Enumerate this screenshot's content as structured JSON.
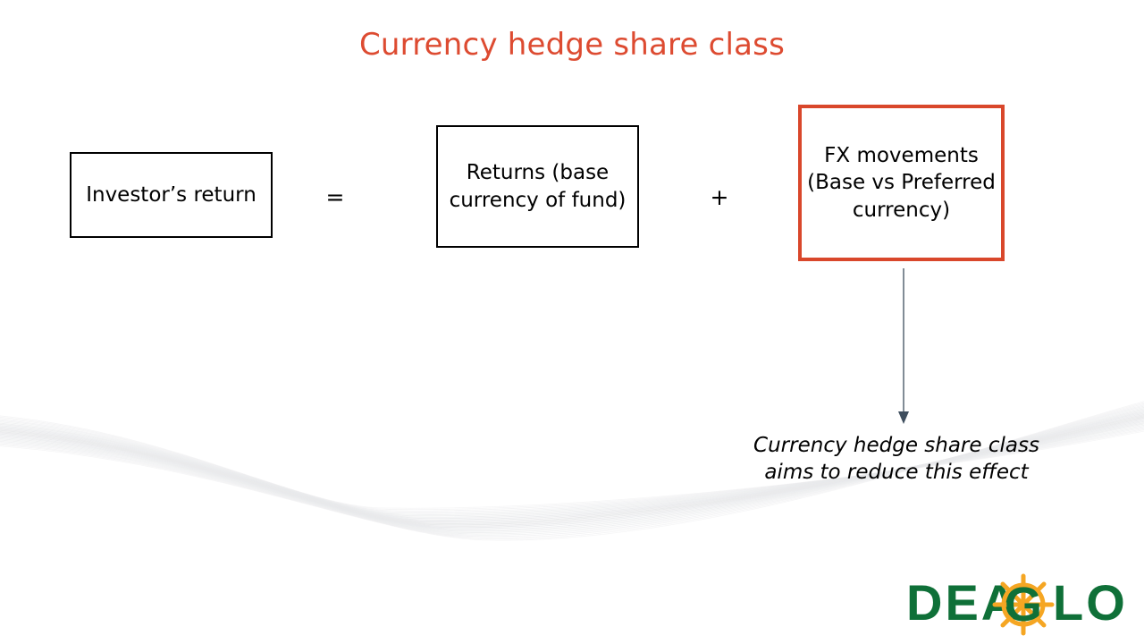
{
  "slide": {
    "title": "Currency hedge share class",
    "title_color": "#DD4B31",
    "background_color": "#ffffff"
  },
  "equation": {
    "boxes": [
      {
        "id": "investor-return",
        "text": "Investor’s return",
        "border_color": "#000000"
      },
      {
        "id": "fund-returns",
        "text": "Returns (base currency of fund)",
        "border_color": "#000000"
      },
      {
        "id": "fx-movements",
        "text": "FX movements (Base vs Preferred currency)",
        "border_color": "#D9472B"
      }
    ],
    "operators": {
      "equals": "=",
      "plus": "+"
    }
  },
  "annotation": {
    "arrow_color": "#3E4E5E",
    "caption": "Currency hedge share class aims to reduce this effect"
  },
  "logo": {
    "text_before": "DEA",
    "emblem_letter": "G",
    "text_after": "LO",
    "wordmark": "DEAGLO",
    "text_color": "#0F7038",
    "emblem_color": "#F5A623"
  },
  "decoration": {
    "wave_color": "#E8E9EB"
  }
}
